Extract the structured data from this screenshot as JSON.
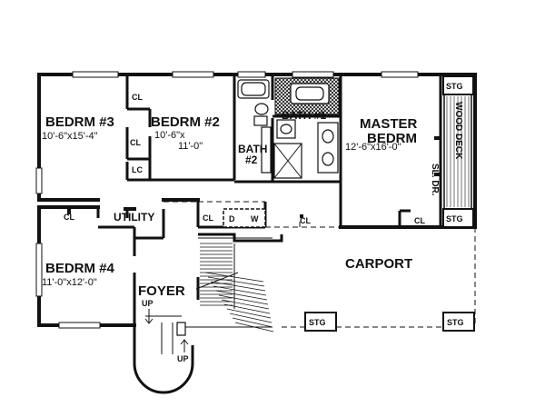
{
  "rooms": {
    "bedrm3": {
      "name": "BEDRM #3",
      "size": "10'-6\"x15'-4\""
    },
    "bedrm2": {
      "name": "BEDRM #2",
      "size1": "10'-6\"x",
      "size2": "11'-0\""
    },
    "bath1": {
      "name": "BATH #1"
    },
    "bath2": {
      "name1": "BATH",
      "name2": "#2"
    },
    "master": {
      "name1": "MASTER",
      "name2": "BEDRM",
      "size": "12'-6\"x16'-0\""
    },
    "wood_deck": {
      "name": "WOOD DECK"
    },
    "sl_dr": {
      "name": "SL. DR."
    },
    "utility": {
      "name": "UTILITY"
    },
    "bedrm4": {
      "name": "BEDRM #4",
      "size": "11'-0\"x12'-0\""
    },
    "foyer": {
      "name": "FOYER"
    },
    "carport": {
      "name": "CARPORT"
    }
  },
  "labels": {
    "cl": "CL",
    "lc": "LC",
    "stg": "STG",
    "d": "D",
    "w": "W",
    "up": "UP"
  }
}
